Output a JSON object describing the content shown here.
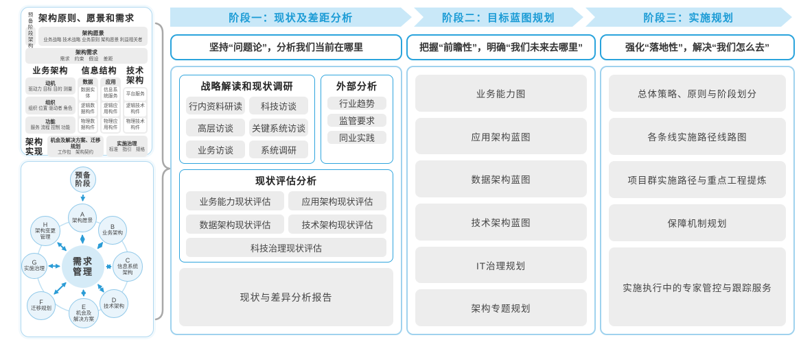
{
  "colors": {
    "accent_blue": "#29a3dc",
    "band_bg": "#c9e8f8",
    "band_text": "#1b9bd5",
    "light_border": "#9fd2ee",
    "gray_box": "#ededed",
    "arrow_blue": "#2b9cd6",
    "node_fill": "#e9f4fb",
    "node_border": "#8fc8e9",
    "center_fill": "#d5ebf7"
  },
  "left_panel": {
    "title": "架构原则、愿景和需求",
    "prep_box": {
      "line1": "预备阶段",
      "line2": "架构原则"
    },
    "vision_box": {
      "title": "架构愿景",
      "sub": "业务战略 技术战略 业务原则 架构愿景 利益相关者"
    },
    "req_box": {
      "title": "架构需求",
      "sub": "需求　约束　假设　差距"
    },
    "business": {
      "header": "业务架构",
      "boxes": [
        {
          "title": "动机",
          "sub": "驱动力 目标 目的 测量"
        },
        {
          "title": "组织",
          "sub": "组织 位置 驱动者 角色"
        },
        {
          "title": "功能",
          "sub": "服务 流程 控制 功能"
        }
      ]
    },
    "info": {
      "header": "信息结构",
      "data_col": {
        "header": "数据",
        "items": [
          "数据实体",
          "逻辑数据构件",
          "物理数据构件"
        ]
      },
      "app_col": {
        "header": "应用",
        "items": [
          "信息系统服务",
          "逻辑应用构件",
          "物理应用构件"
        ]
      }
    },
    "tech": {
      "header": "技术架构",
      "items": [
        "平台服务",
        "逻辑技术构件",
        "物理技术构件"
      ]
    },
    "impl": {
      "label_line1": "架构",
      "label_line2": "实现",
      "box1": {
        "title": "机会及解决方案、迁移规划",
        "sub": "工作包　架构契约"
      },
      "box2": {
        "title": "实施治理",
        "sub": "标准　指引　规格"
      }
    }
  },
  "cycle": {
    "prep": {
      "line1": "预备",
      "line2": "阶段"
    },
    "center": {
      "line1": "需求",
      "line2": "管理"
    },
    "nodes": [
      {
        "letter": "A",
        "label": "架构愿景"
      },
      {
        "letter": "B",
        "label": "业务架构"
      },
      {
        "letter": "C",
        "label": "信息系统",
        "label2": "架构"
      },
      {
        "letter": "D",
        "label": "技术架构"
      },
      {
        "letter": "E",
        "label": "机会及",
        "label2": "解决方案"
      },
      {
        "letter": "F",
        "label": "迁移规划"
      },
      {
        "letter": "G",
        "label": "实施治理"
      },
      {
        "letter": "H",
        "label": "架构变更",
        "label2": "管理"
      }
    ]
  },
  "phases": [
    {
      "band": "阶段一：现状及差距分析",
      "subtitle": "坚持“问题论”，分析我们当前在哪里"
    },
    {
      "band": "阶段二：目标蓝图规划",
      "subtitle": "把握“前瞻性”，明确“我们未来去哪里”",
      "items": [
        "业务能力图",
        "应用架构蓝图",
        "数据架构蓝图",
        "技术架构蓝图",
        "IT治理规划",
        "架构专题规划"
      ]
    },
    {
      "band": "阶段三：实施规划",
      "subtitle": "强化“落地性”，解决“我们怎么去”",
      "items": [
        "总体策略、原则与阶段划分",
        "各条线实施路径线路图",
        "项目群实施路径与重点工程提炼",
        "保障机制规划",
        "实施执行中的专家管控与跟踪服务"
      ]
    }
  ],
  "phase1": {
    "survey": {
      "title": "战略解读和现状调研",
      "items": [
        "行内资料研读",
        "科技访谈",
        "高层访谈",
        "关键系统访谈",
        "业务访谈",
        "系统调研"
      ]
    },
    "external": {
      "title": "外部分析",
      "items": [
        "行业趋势",
        "监管要求",
        "同业实践"
      ]
    },
    "assess": {
      "title": "现状评估分析",
      "items": [
        "业务能力现状评估",
        "应用架构现状评估",
        "数据架构现状评估",
        "技术架构现状评估",
        "科技治理现状评估"
      ]
    },
    "report": "现状与差异分析报告"
  }
}
